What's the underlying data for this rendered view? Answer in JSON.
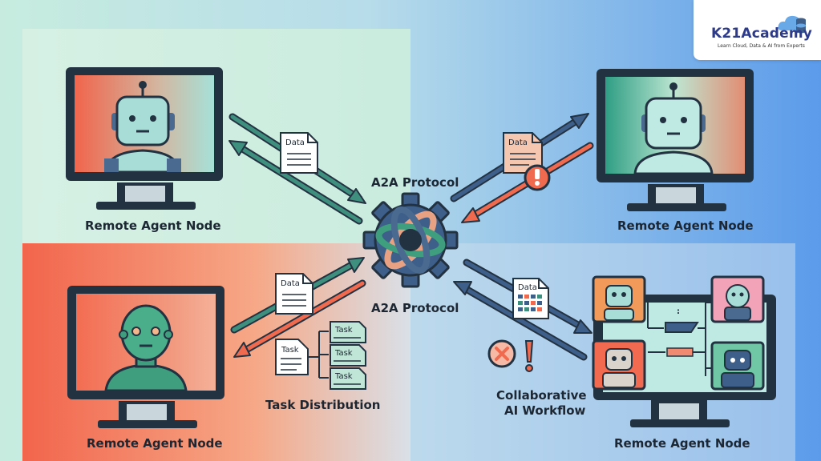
{
  "brand": {
    "name": "K21Academy",
    "tagline": "Learn Cloud, Data & AI from Experts"
  },
  "nodes": {
    "top_left": "Remote Agent Node",
    "top_right": "Remote Agent Node",
    "bottom_left": "Remote Agent Node",
    "bottom_right": "Remote Agent Node"
  },
  "protocol": {
    "label_top": "A2A Protocol",
    "label_bottom": "A2A Protocol"
  },
  "documents": {
    "doc_label": "Data"
  },
  "tasks": {
    "task_label": "Task",
    "distribution_label": "Task Distribution"
  },
  "workflow": {
    "line1": "Collaborative",
    "line2": "AI Workflow"
  },
  "colors": {
    "teal": "#3f8f7f",
    "navy": "#3e5f8a",
    "coral": "#f06a4f",
    "mint": "#bfe6d6",
    "blue": "#6aa9e8",
    "dark": "#233241"
  }
}
